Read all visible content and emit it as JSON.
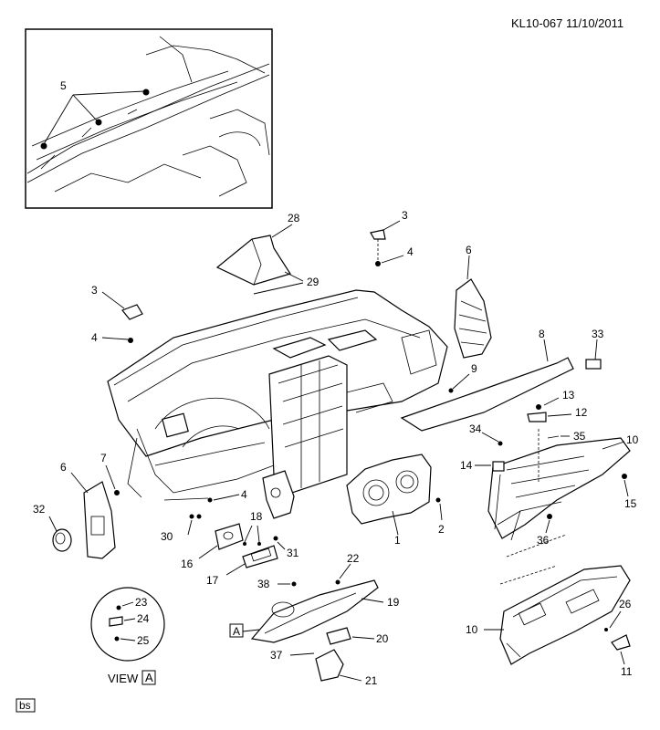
{
  "header": {
    "code": "KL10-067  11/10/2011"
  },
  "footer": {
    "tag": "bs"
  },
  "view_caption": {
    "text": "VIEW",
    "letter": "A"
  },
  "view_ref_letter": "A",
  "callouts": {
    "c5": "5",
    "c28": "28",
    "c29": "29",
    "c3a": "3",
    "c4a": "4",
    "c3b": "3",
    "c4b": "4",
    "c6a": "6",
    "c8": "8",
    "c33": "33",
    "c9": "9",
    "c13": "13",
    "c12": "12",
    "c34": "34",
    "c35": "35",
    "c10a": "10",
    "c14": "14",
    "c15": "15",
    "c7": "7",
    "c6b": "6",
    "c4c": "4",
    "c32": "32",
    "c30": "30",
    "c16": "16",
    "c18": "18",
    "c31": "31",
    "c17": "17",
    "c1": "1",
    "c2": "2",
    "c36": "36",
    "c22": "22",
    "c38": "38",
    "c19": "19",
    "c23": "23",
    "c24": "24",
    "c25": "25",
    "c20": "20",
    "c37": "37",
    "c21": "21",
    "c10b": "10",
    "c26": "26",
    "c11": "11"
  }
}
